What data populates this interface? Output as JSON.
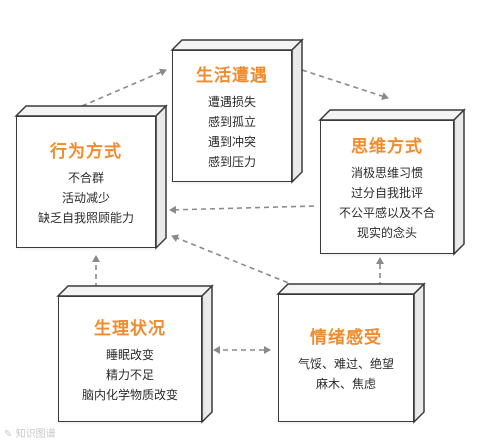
{
  "nodes": {
    "life": {
      "title": "生活遭遇",
      "lines": [
        "遭遇损失",
        "感到孤立",
        "遇到冲突",
        "感到压力"
      ]
    },
    "thinking": {
      "title": "思维方式",
      "lines": [
        "消极思维习惯",
        "过分自我批评",
        "不公平感以及不合",
        "现实的念头"
      ]
    },
    "behavior": {
      "title": "行为方式",
      "lines": [
        "不合群",
        "活动减少",
        "缺乏自我照顾能力"
      ]
    },
    "physio": {
      "title": "生理状况",
      "lines": [
        "睡眠改变",
        "精力不足",
        "脑内化学物质改变"
      ]
    },
    "emotion": {
      "title": "情绪感受",
      "lines": [
        "气馁、难过、绝望",
        "麻木、焦虑"
      ]
    }
  },
  "watermark": "知识图谱",
  "colors": {
    "accent": "#f08c2e",
    "line": "#3a3a3a",
    "arrow": "#8a8a8a"
  }
}
